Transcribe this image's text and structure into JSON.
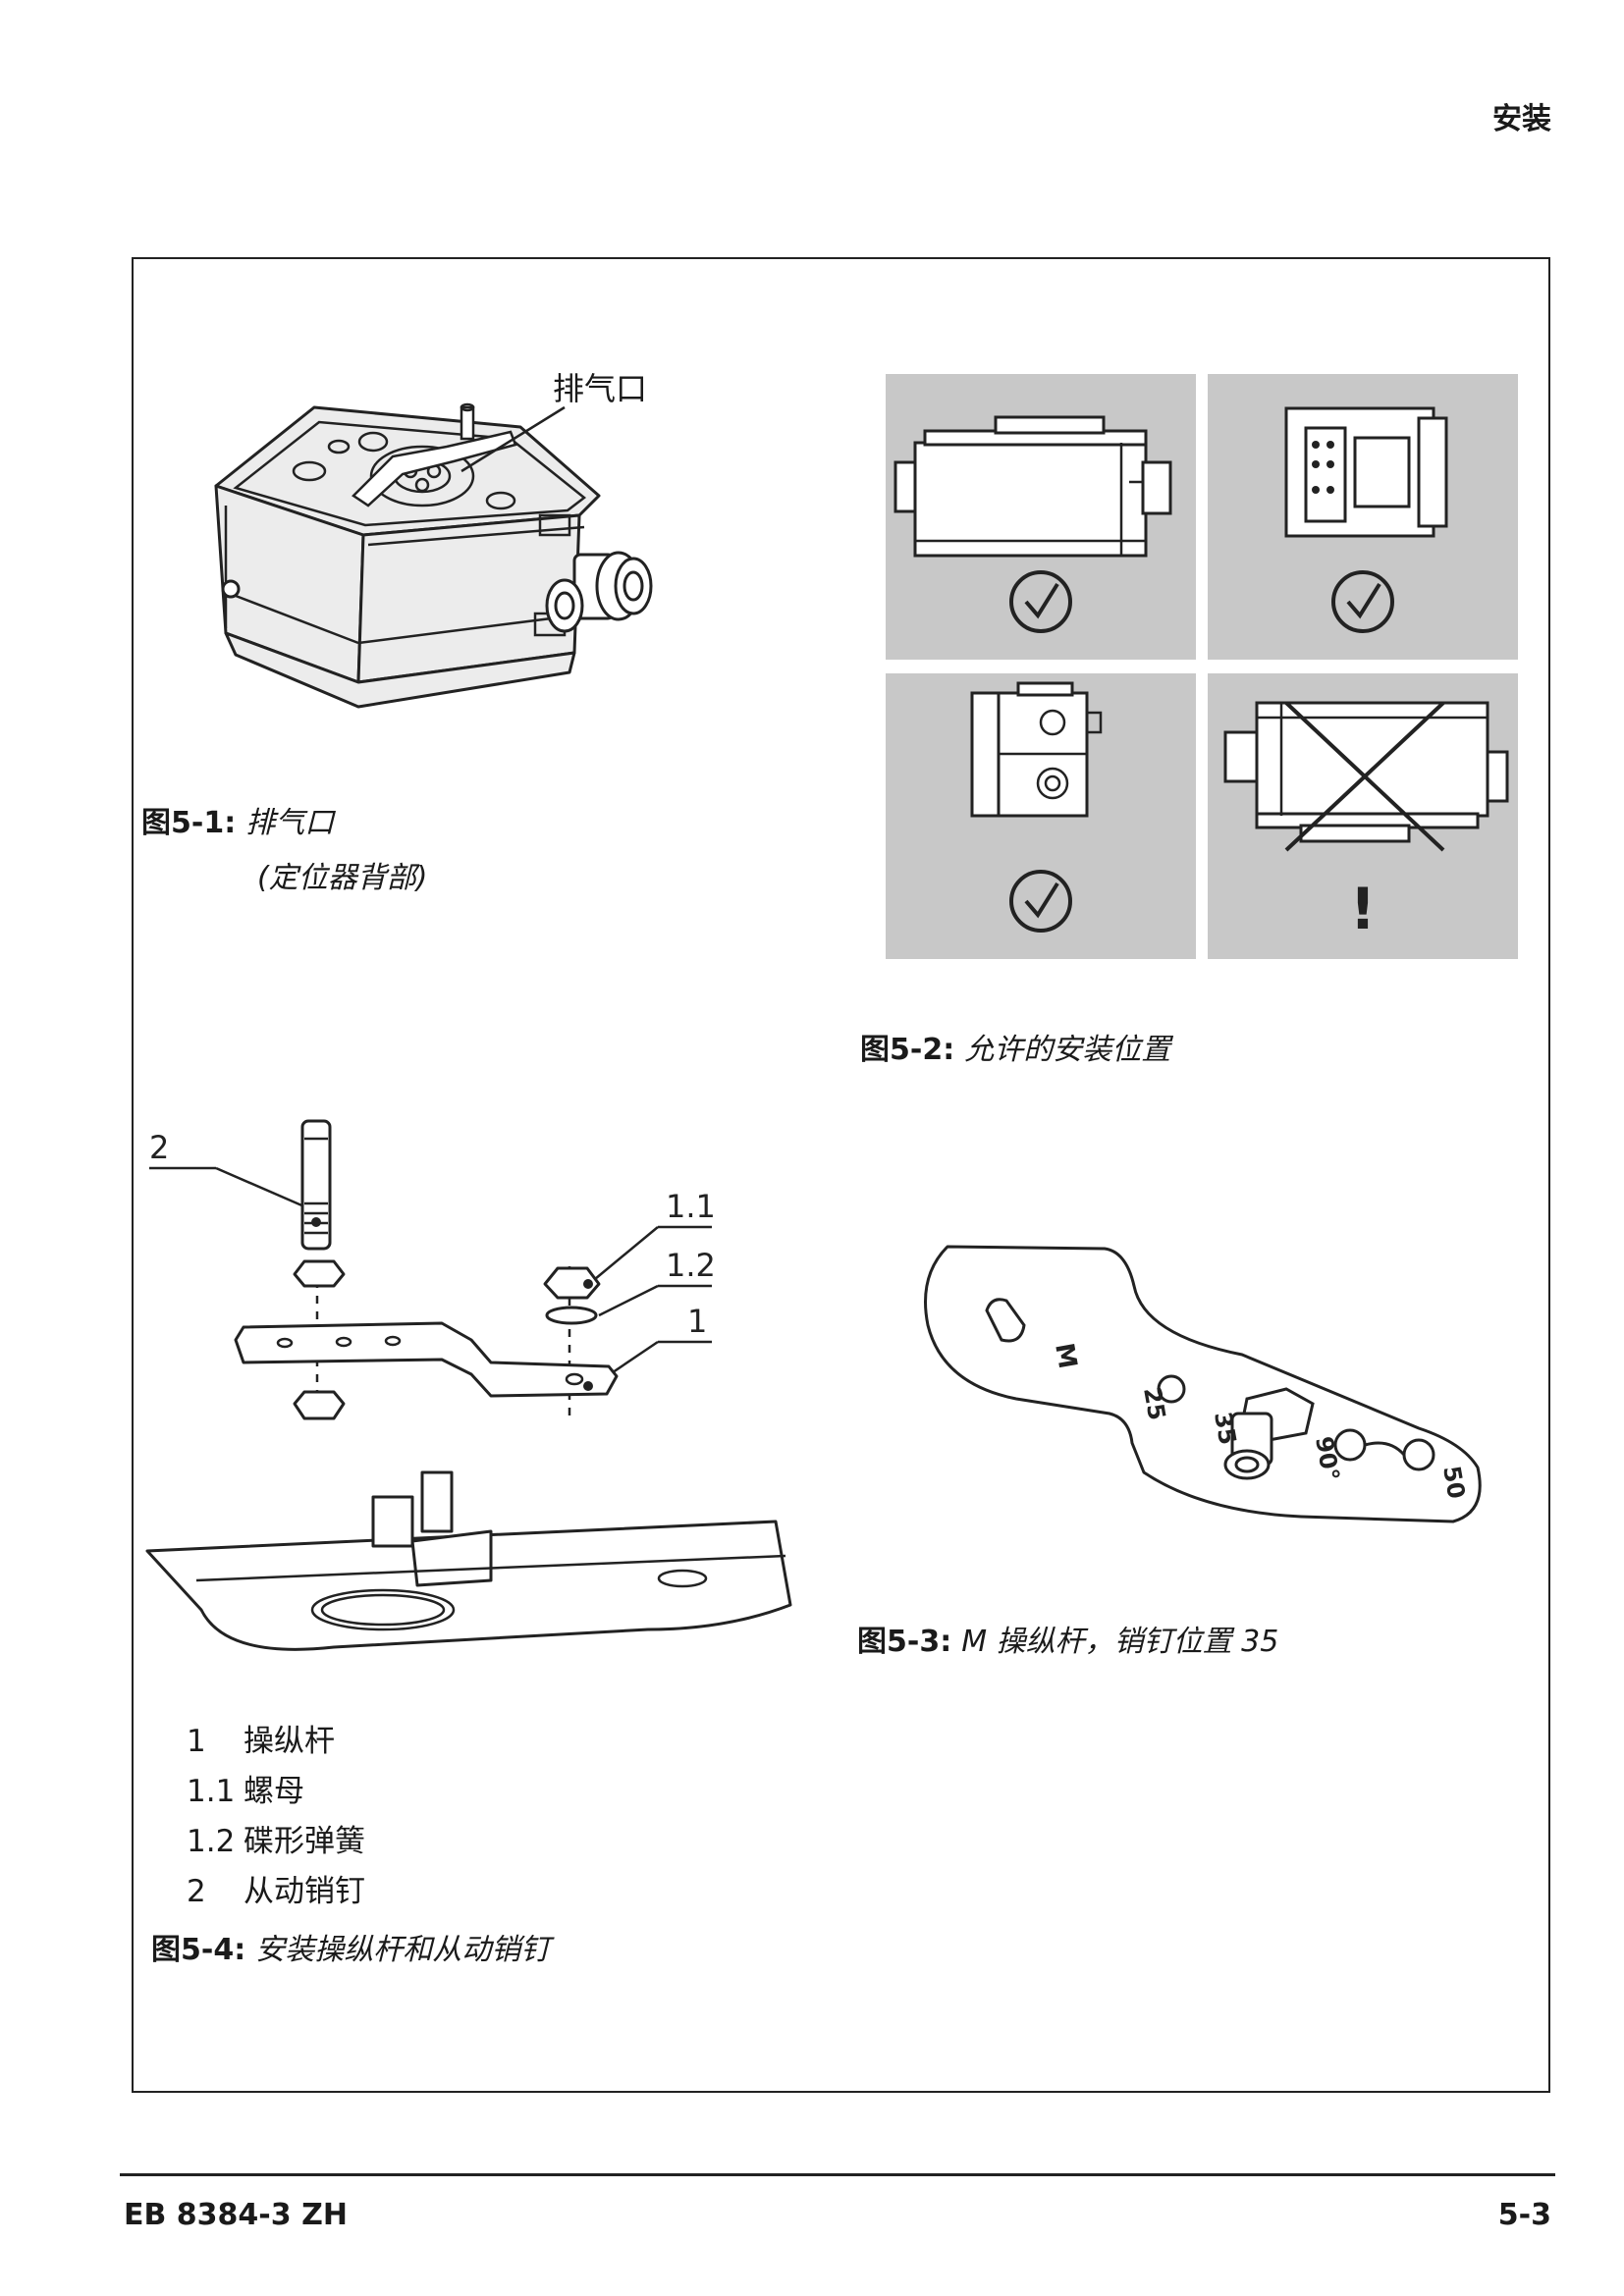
{
  "header": {
    "section_title": "安装"
  },
  "fig1": {
    "callout": "排气口",
    "caption_label": "图5-1:",
    "caption_text": "排气口",
    "caption_sub": "(定位器背部)"
  },
  "fig2": {
    "caption_label": "图5-2:",
    "caption_text": "允许的安装位置",
    "panels": [
      {
        "orientation": "horizontal",
        "status": "allowed",
        "icon": "check-circle-icon"
      },
      {
        "orientation": "end-view",
        "status": "allowed",
        "icon": "check-circle-icon"
      },
      {
        "orientation": "vertical",
        "status": "allowed",
        "icon": "check-circle-icon"
      },
      {
        "orientation": "upside-down",
        "status": "not-allowed",
        "icon": "exclamation-icon",
        "mark": "!"
      }
    ]
  },
  "fig3": {
    "caption_label": "图5-3:",
    "caption_text": "M 操纵杆，销钉位置 35",
    "lever_letter": "M",
    "positions": [
      "25",
      "35",
      "90°",
      "50"
    ]
  },
  "fig4": {
    "callouts": [
      "2",
      "1.1",
      "1.2",
      "1"
    ],
    "legend": [
      {
        "num": "1",
        "text": "操纵杆"
      },
      {
        "num": "1.1",
        "text": "螺母"
      },
      {
        "num": "1.2",
        "text": "碟形弹簧"
      },
      {
        "num": "2",
        "text": "从动销钉"
      }
    ],
    "caption_label": "图5-4:",
    "caption_text": "安装操纵杆和从动销钉"
  },
  "footer": {
    "doc_id": "EB 8384-3 ZH",
    "page_number": "5-3"
  }
}
